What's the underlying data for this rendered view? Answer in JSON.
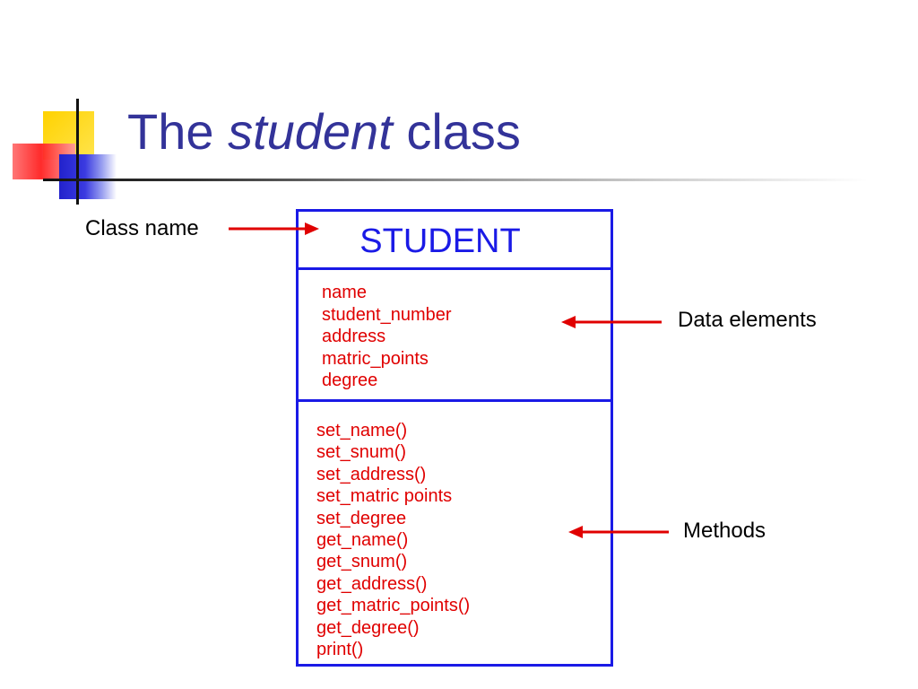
{
  "title": {
    "part1": "The ",
    "part2": "student",
    "part3": " class"
  },
  "class_box": {
    "name": "STUDENT",
    "attributes": [
      "name",
      "student_number",
      "address",
      "matric_points",
      "degree"
    ],
    "methods": [
      "set_name()",
      "set_snum()",
      "set_address()",
      "set_matric points",
      "set_degree",
      "get_name()",
      "get_snum()",
      "get_address()",
      "get_matric_points()",
      "get_degree()",
      "print()"
    ]
  },
  "labels": {
    "class_name": "Class name",
    "data_elements": "Data elements",
    "methods": "Methods"
  },
  "colors": {
    "title": "#333399",
    "box_border": "#1a1ae6",
    "member_text": "#e00000",
    "arrow": "#e00000"
  }
}
